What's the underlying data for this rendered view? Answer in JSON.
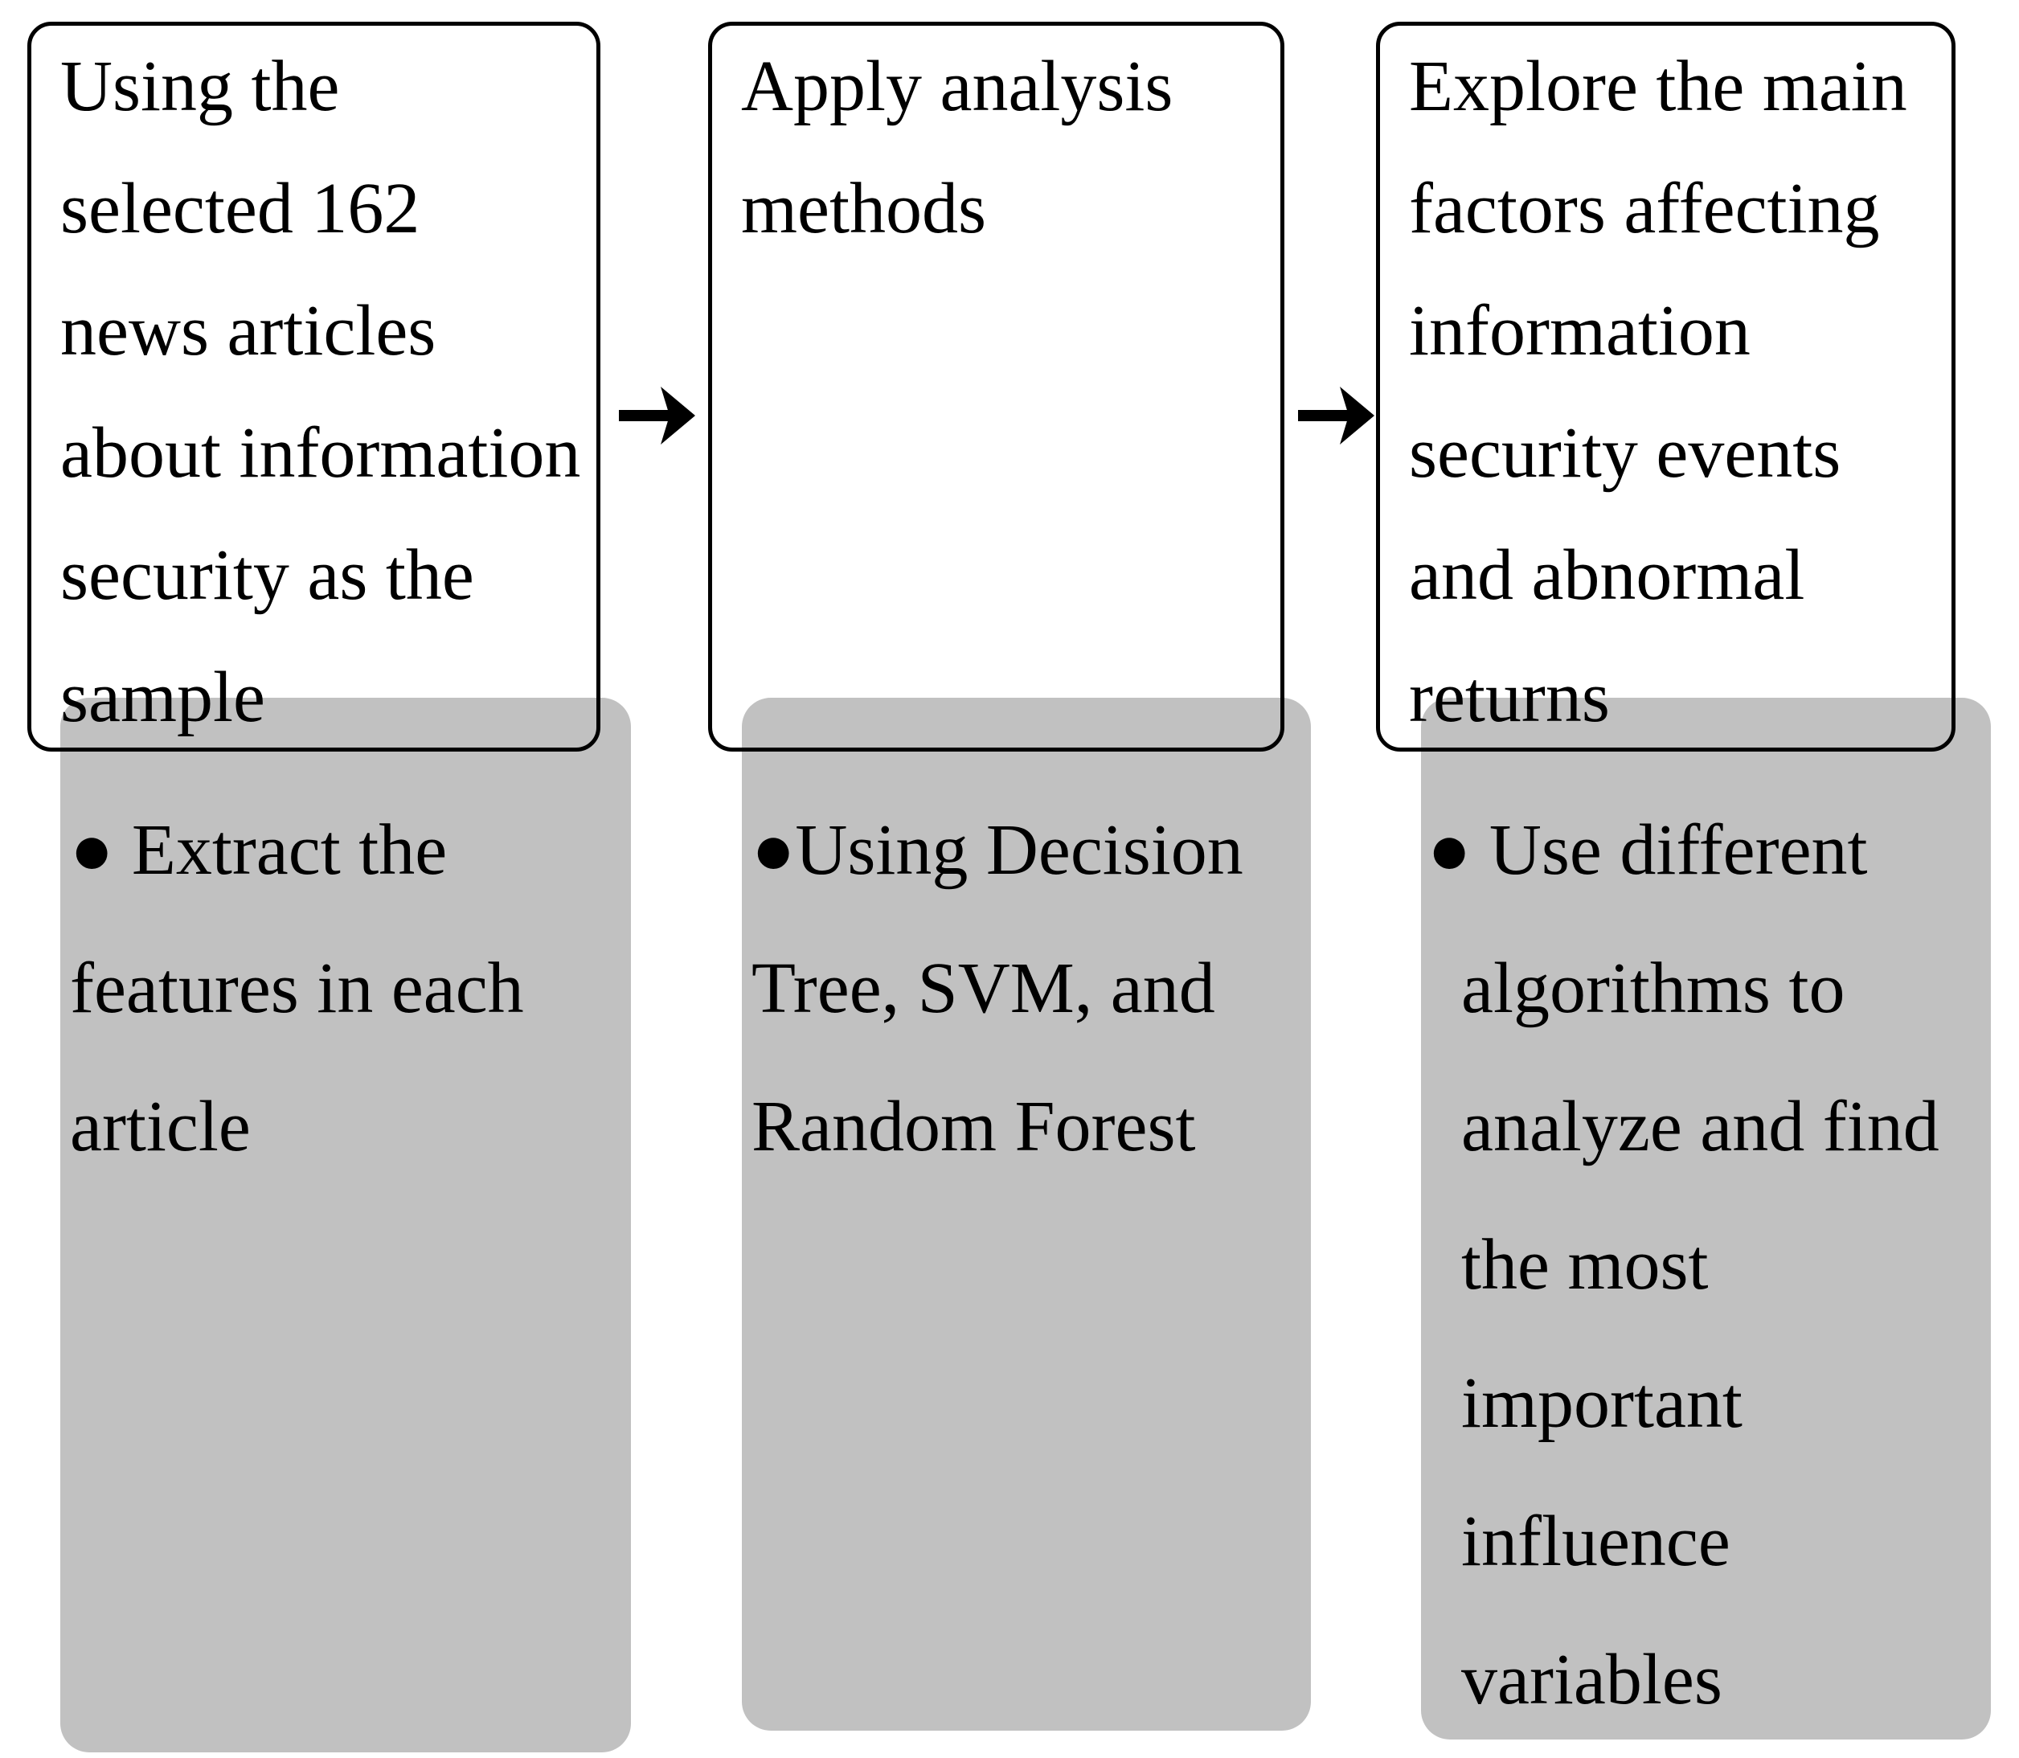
{
  "colors": {
    "page_bg": "#ffffff",
    "note_bg": "#c1c1c1",
    "line": "#000000",
    "text": "#000000"
  },
  "icons": {
    "arrow": "right-arrow"
  },
  "stages": [
    {
      "box_lines": [
        "Using the",
        "selected 162",
        "news articles",
        "about information",
        "security as the",
        "sample"
      ],
      "note_lines": [
        "● Extract the",
        "features in each",
        "article"
      ]
    },
    {
      "box_lines": [
        "Apply analysis",
        "methods"
      ],
      "note_lines": [
        "●Using Decision",
        "Tree, SVM, and",
        "Random Forest"
      ]
    },
    {
      "box_lines": [
        "Explore the main",
        "factors affecting",
        "information",
        "security events",
        "and abnormal",
        "returns"
      ],
      "note_lines": [
        "● Use different",
        "algorithms to",
        "analyze and find",
        "the most",
        "important",
        "influence",
        "variables"
      ]
    }
  ]
}
